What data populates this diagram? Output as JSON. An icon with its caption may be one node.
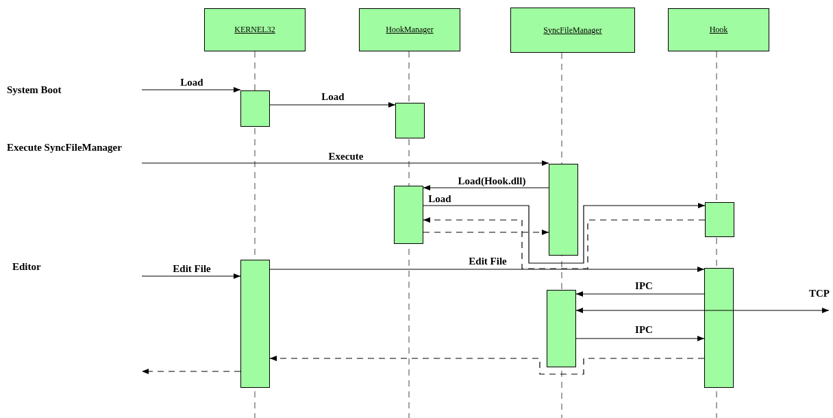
{
  "diagram": {
    "nodes": [
      {
        "text": [
          "KERNEL32"
        ]
      },
      {
        "text": [
          "HookManager"
        ]
      },
      {
        "text": [
          "SyncFileManager"
        ]
      },
      {
        "text": [
          "Hook"
        ]
      },
      {
        "text": [],
        "shape": "bar"
      },
      {
        "text": [],
        "shape": "bar"
      },
      {
        "text": [],
        "shape": "bar"
      },
      {
        "text": [],
        "shape": "bar"
      },
      {
        "text": [],
        "shape": "bar"
      },
      {
        "text": [],
        "shape": "bar"
      },
      {
        "text": [],
        "shape": "bar"
      },
      {
        "text": [],
        "shape": "bar"
      }
    ],
    "edges": [
      {
        "from": null,
        "to": 4,
        "arrow": "to",
        "label": "Load"
      },
      {
        "from": 4,
        "to": 5,
        "arrow": "to",
        "label": "Load"
      },
      {
        "from": null,
        "to": 6,
        "arrow": "to",
        "label": "Execute"
      },
      {
        "from": 6,
        "to": 7,
        "arrow": "to",
        "label": "Load(Hook.dll)"
      },
      {
        "from": 7,
        "to": 8,
        "arrow": "to",
        "label": "Load"
      },
      {
        "from": 8,
        "to": 7,
        "arrow": "to",
        "style": "dashed"
      },
      {
        "from": 7,
        "to": 6,
        "arrow": "to",
        "style": "dashed"
      },
      {
        "from": null,
        "to": 9,
        "arrow": "to",
        "label": "Edit File"
      },
      {
        "from": 9,
        "to": 10,
        "arrow": "to",
        "label": "Edit File"
      },
      {
        "from": 10,
        "to": 11,
        "arrow": "to",
        "label": "IPC"
      },
      {
        "from": 11,
        "to": null,
        "arrow": "both",
        "label": "TCP"
      },
      {
        "from": 11,
        "to": 10,
        "arrow": "to",
        "label": "IPC"
      },
      {
        "from": 10,
        "to": 9,
        "arrow": "to",
        "style": "dashed"
      },
      {
        "from": 9,
        "to": null,
        "arrow": "to",
        "style": "dashed"
      }
    ],
    "labels": [
      "System Boot",
      "Execute SyncFileManager",
      "Editor"
    ]
  }
}
